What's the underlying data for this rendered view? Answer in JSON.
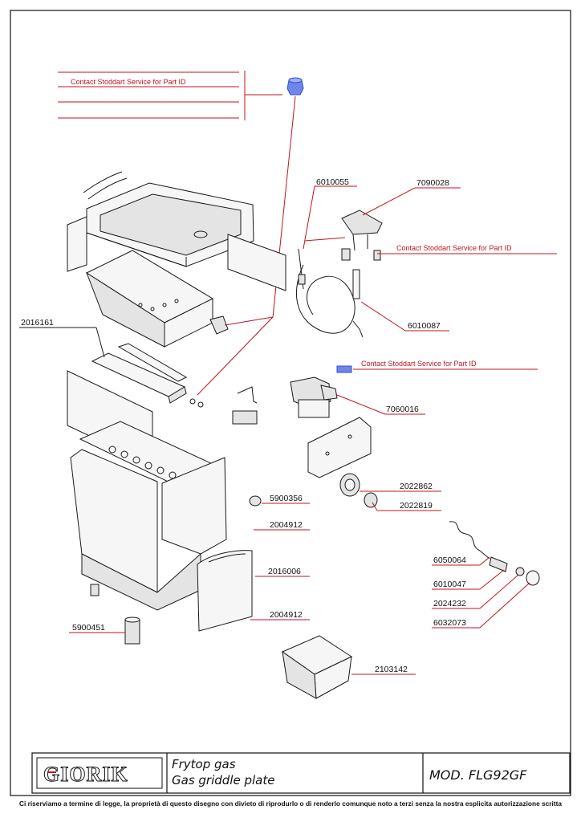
{
  "contact_notice": "Contact Stoddart Service for Part ID",
  "part_numbers": {
    "p6010055": "6010055",
    "p7090028": "7090028",
    "p6010087": "6010087",
    "p7060016": "7060016",
    "p2016161": "2016161",
    "p2022862": "2022862",
    "p2022819": "2022819",
    "p5900356": "5900356",
    "p2004912a": "2004912",
    "p2016006": "2016006",
    "p2004912b": "2004912",
    "p5900451": "5900451",
    "p6050064": "6050064",
    "p6010047": "6010047",
    "p2024232": "2024232",
    "p6032073": "6032073",
    "p2103142": "2103142"
  },
  "title_block": {
    "brand": "GIORIK",
    "title_it": "Frytop gas",
    "title_en": "Gas griddle plate",
    "model": "MOD. FLG92GF"
  },
  "footer_text": "Ci riserviamo a termine di legge, la proprietà di questo disegno con divieto di riprodurlo o di renderlo comunque noto a terzi senza la nostra esplicita autorizzazione scritta",
  "colors": {
    "leader": "#c0141c",
    "highlight_blue": "#2f4fd0",
    "ink": "#1a1a1a"
  }
}
